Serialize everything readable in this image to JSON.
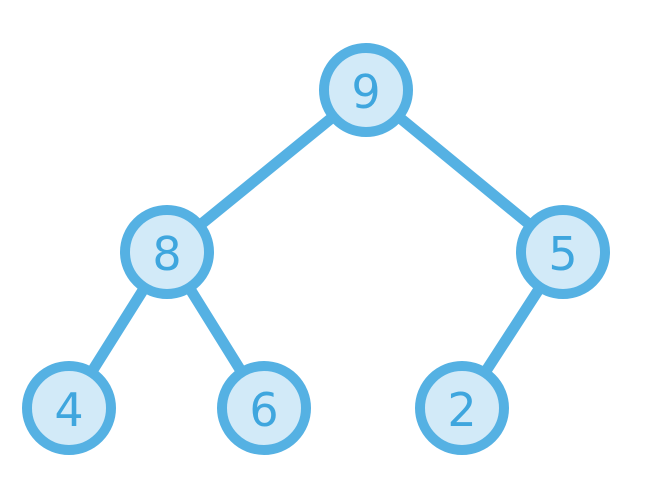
{
  "colors": {
    "stroke": "#55B1E3",
    "fill": "#D2EAF8",
    "text": "#3FA6DE",
    "background": "#FFFFFF"
  },
  "tree": {
    "root": "9",
    "nodes": [
      {
        "id": "n9",
        "label": "9"
      },
      {
        "id": "n8",
        "label": "8"
      },
      {
        "id": "n5",
        "label": "5"
      },
      {
        "id": "n4",
        "label": "4"
      },
      {
        "id": "n6",
        "label": "6"
      },
      {
        "id": "n2",
        "label": "2"
      }
    ],
    "edges": [
      {
        "from": "n9",
        "to": "n8"
      },
      {
        "from": "n9",
        "to": "n5"
      },
      {
        "from": "n8",
        "to": "n4"
      },
      {
        "from": "n8",
        "to": "n6"
      },
      {
        "from": "n5",
        "to": "n2"
      }
    ]
  }
}
